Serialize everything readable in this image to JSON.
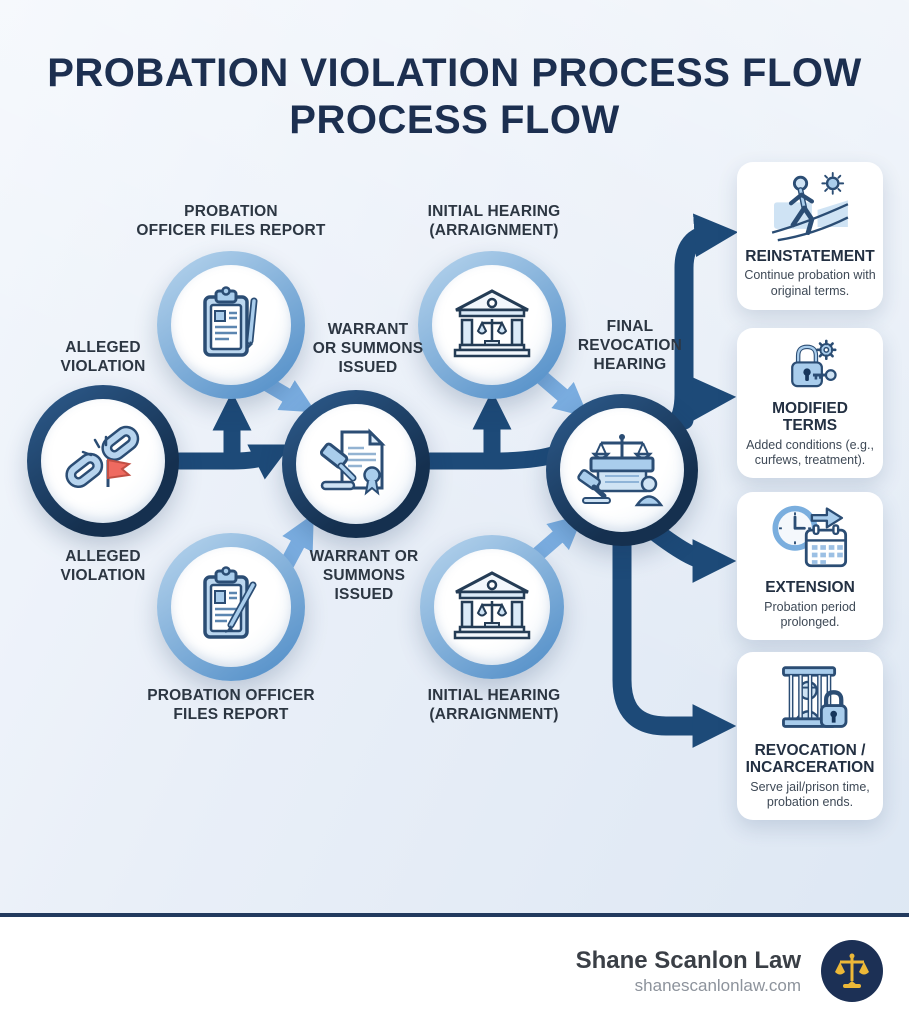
{
  "title": {
    "line1": "PROBATION VIOLATION PROCESS FLOW",
    "line2": "PROCESS FLOW"
  },
  "flow": {
    "alleged": {
      "line1": "ALLEGED",
      "line2": "VIOLATION"
    },
    "po_top": {
      "line1": "PROBATION",
      "line2": "OFFICER FILES REPORT"
    },
    "po_bottom": {
      "line1": "PROBATION OFFICER",
      "line2": "FILES REPORT"
    },
    "warrant_upper": {
      "line1": "WARRANT",
      "line2": "OR SUMMONS",
      "line3": "ISSUED"
    },
    "warrant_lower": {
      "line1": "WARRANT OR",
      "line2": "SUMMONS",
      "line3": "ISSUED"
    },
    "hearing": {
      "line1": "INITIAL HEARING",
      "line2": "(ARRAIGNMENT)"
    },
    "final": {
      "line1": "FINAL",
      "line2": "REVOCATION",
      "line3": "HEARING"
    }
  },
  "outcomes": [
    {
      "title": "REINSTATEMENT",
      "desc": "Continue probation with original terms.",
      "icon": "walking-person-sun"
    },
    {
      "title": "MODIFIED TERMS",
      "desc": "Added conditions (e.g., curfews, treatment).",
      "icon": "lock-gear-key"
    },
    {
      "title": "EXTENSION",
      "desc": "Probation period prolonged.",
      "icon": "clock-calendar-arrow"
    },
    {
      "title": "REVOCATION / INCARCERATION",
      "desc": "Serve jail/prison time, probation ends.",
      "icon": "jail-bars-lock"
    }
  ],
  "footer": {
    "brand": "Shane Scanlon Law",
    "website": "shanescanlonlaw.com"
  },
  "colors": {
    "navy_dark": "#16365f",
    "navy_arrow": "#1d4a78",
    "blue_light": "#7aade0",
    "icon_outline": "#2b4d74",
    "icon_fill": "#a9cdec",
    "accent_red": "#ef6a60",
    "gold": "#ecb838",
    "title_navy": "#1c2f50"
  }
}
